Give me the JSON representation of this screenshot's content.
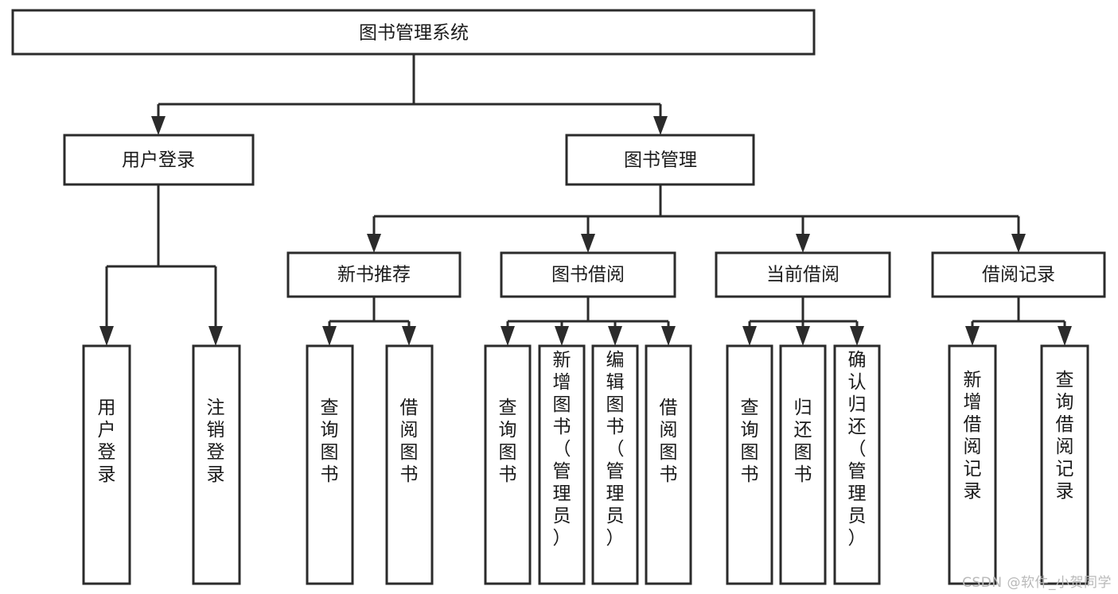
{
  "diagram": {
    "title": "图书管理系统",
    "type": "tree-hierarchy",
    "watermark": "CSDN @软件_小贺同学",
    "colors": {
      "stroke": "#2b2b2b",
      "box_fill": "#ffffff",
      "text": "#1a1a1a",
      "background": "#ffffff",
      "watermark": "#b9b9b9"
    },
    "levels": {
      "root": {
        "label": "图书管理系统"
      },
      "level2": [
        {
          "id": "user-login",
          "label": "用户登录"
        },
        {
          "id": "book-management",
          "label": "图书管理"
        }
      ],
      "level3": [
        {
          "id": "new-book-recommend",
          "label": "新书推荐",
          "parent": "book-management"
        },
        {
          "id": "book-borrow",
          "label": "图书借阅",
          "parent": "book-management"
        },
        {
          "id": "current-borrow",
          "label": "当前借阅",
          "parent": "book-management"
        },
        {
          "id": "borrow-record",
          "label": "借阅记录",
          "parent": "book-management"
        }
      ],
      "leaves": [
        {
          "id": "leaf-user-login",
          "label": "用户登录",
          "parent": "user-login"
        },
        {
          "id": "leaf-logout-login",
          "label": "注销登录",
          "parent": "user-login"
        },
        {
          "id": "leaf-query-book-1",
          "label": "查询图书",
          "parent": "new-book-recommend"
        },
        {
          "id": "leaf-borrow-book-1",
          "label": "借阅图书",
          "parent": "new-book-recommend"
        },
        {
          "id": "leaf-query-book-2",
          "label": "查询图书",
          "parent": "book-borrow"
        },
        {
          "id": "leaf-add-book",
          "label": "新增图书（管理员）",
          "parent": "book-borrow"
        },
        {
          "id": "leaf-edit-book",
          "label": "编辑图书（管理员）",
          "parent": "book-borrow"
        },
        {
          "id": "leaf-borrow-book-2",
          "label": "借阅图书",
          "parent": "book-borrow"
        },
        {
          "id": "leaf-query-book-3",
          "label": "查询图书",
          "parent": "current-borrow"
        },
        {
          "id": "leaf-return-book",
          "label": "归还图书",
          "parent": "current-borrow"
        },
        {
          "id": "leaf-confirm-return",
          "label": "确认归还（管理员）",
          "parent": "current-borrow"
        },
        {
          "id": "leaf-add-record",
          "label": "新增借阅记录",
          "parent": "borrow-record"
        },
        {
          "id": "leaf-query-record",
          "label": "查询借阅记录",
          "parent": "borrow-record"
        }
      ]
    }
  }
}
